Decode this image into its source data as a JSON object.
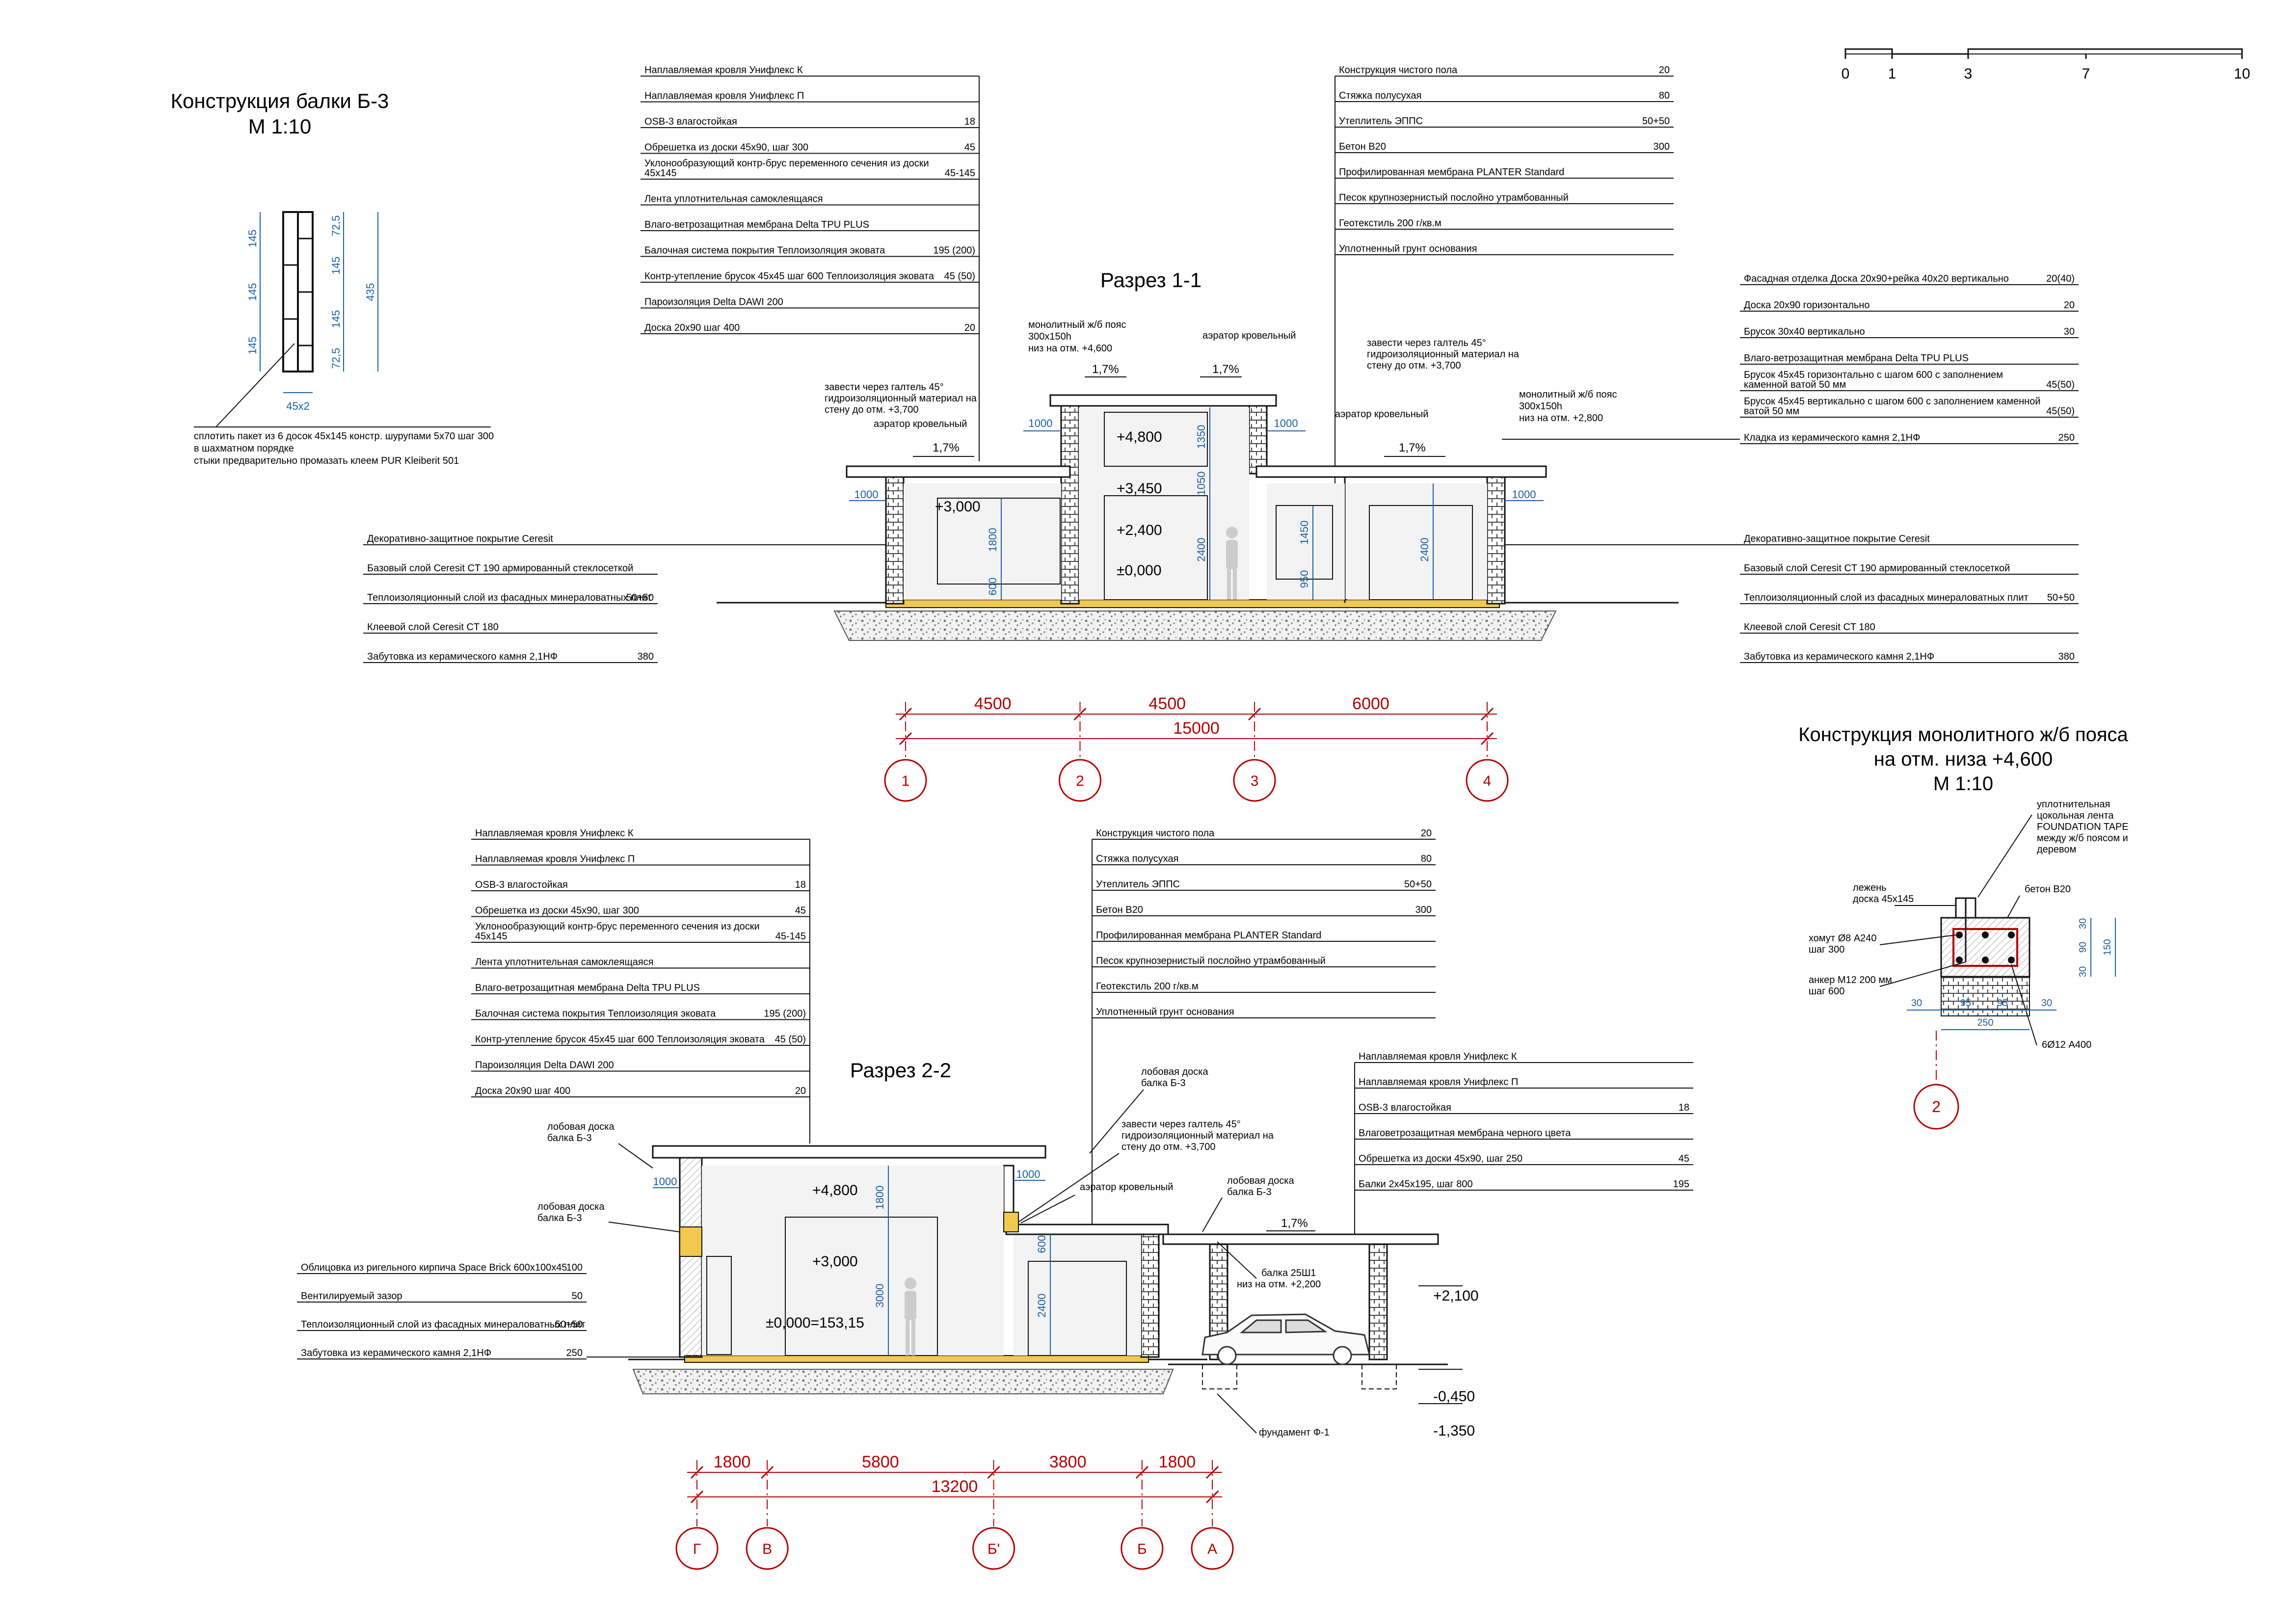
{
  "beam": {
    "title": "Конструкция балки Б-3",
    "scale": "М 1:10",
    "dims_left": [
      "145",
      "145",
      "145"
    ],
    "dims_right": [
      "72,5",
      "145",
      "145",
      "72,5"
    ],
    "total": "435",
    "bottom": "45x2",
    "notes": [
      "сплотить пакет из 6 досок 45х145 констр. шурупами 5х70 шаг 300",
      "в шахматном порядке",
      "стыки предварительно промазать клеем PUR Kleiberit 501"
    ]
  },
  "section1": {
    "title": "Разрез 1-1",
    "roof_layers": [
      {
        "name": "Наплавляемая кровля Унифлекс К",
        "value": ""
      },
      {
        "name": "Наплавляемая кровля Унифлекс П",
        "value": ""
      },
      {
        "name": "OSB-3 влагостойкая",
        "value": "18"
      },
      {
        "name": "Обрешетка из доски 45х90, шаг 300",
        "value": "45"
      },
      {
        "name": "Уклонообразующий контр-брус переменного сечения из доски 45х145",
        "value": "45-145"
      },
      {
        "name": "Лента уплотнительная самоклеящаяся",
        "value": ""
      },
      {
        "name": "Влаго-ветрозащитная мембрана Delta TPU PLUS",
        "value": ""
      },
      {
        "name": "Балочная система покрытия Теплоизоляция эковата",
        "value": "195 (200)"
      },
      {
        "name": "Контр-утепление брусок 45х45 шаг 600 Теплоизоляция эковата",
        "value": "45 (50)"
      },
      {
        "name": "Пароизоляция Delta DAWI 200",
        "value": ""
      },
      {
        "name": "Доска 20х90 шаг 400",
        "value": "20"
      }
    ],
    "floor_layers": [
      {
        "name": "Конструкция чистого пола",
        "value": "20"
      },
      {
        "name": "Стяжка полусухая",
        "value": "80"
      },
      {
        "name": "Утеплитель ЭППС",
        "value": "50+50"
      },
      {
        "name": "Бетон В20",
        "value": "300"
      },
      {
        "name": "Профилированная мембрана PLANTER Standard",
        "value": ""
      },
      {
        "name": "Песок крупнозернистый послойно утрамбованный",
        "value": ""
      },
      {
        "name": "Геотекстиль 200 г/кв.м",
        "value": ""
      },
      {
        "name": "Уплотненный грунт основания",
        "value": ""
      }
    ],
    "facade_layers": [
      {
        "name": "Фасадная отделка Доска 20х90+рейка 40х20 вертикально",
        "value": "20(40)"
      },
      {
        "name": "Доска 20х90 горизонтально",
        "value": "20"
      },
      {
        "name": "Брусок 30х40 вертикально",
        "value": "30"
      },
      {
        "name": "Влаго-ветрозащитная мембрана Delta TPU PLUS",
        "value": ""
      },
      {
        "name": "Брусок 45х45 горизонтально с шагом 600 с заполнением каменной ватой 50 мм",
        "value": "45(50)"
      },
      {
        "name": "Брусок 45х45 вертикально с шагом 600 с заполнением каменной ватой 50 мм",
        "value": "45(50)"
      },
      {
        "name": "Кладка из керамического камня 2,1НФ",
        "value": "250"
      }
    ],
    "plinth_left": [
      {
        "name": "Декоративно-защитное покрытие Ceresit",
        "value": ""
      },
      {
        "name": "Базовый слой Ceresit CT 190 армированный стеклосеткой",
        "value": ""
      },
      {
        "name": "Теплоизоляционный слой из фасадных минераловатных плит",
        "value": "50+50"
      },
      {
        "name": "Клеевой слой Ceresit CT 180",
        "value": ""
      },
      {
        "name": "Забутовка из керамического камня 2,1НФ",
        "value": "380"
      }
    ],
    "plinth_right": [
      {
        "name": "Декоративно-защитное покрытие Ceresit",
        "value": ""
      },
      {
        "name": "Базовый слой Ceresit CT 190 армированный стеклосеткой",
        "value": ""
      },
      {
        "name": "Теплоизоляционный слой из фасадных минераловатных плит",
        "value": "50+50"
      },
      {
        "name": "Клеевой слой Ceresit CT 180",
        "value": ""
      },
      {
        "name": "Забутовка из керамического камня 2,1НФ",
        "value": "380"
      }
    ],
    "notes": {
      "belt": "монолитный ж/б пояс 300х150h низ на отм. +4,600",
      "belt2": "монолитный ж/б пояс 300х150h низ на отм. +2,800",
      "aerator": "аэратор кровельный",
      "gutter_left": "завести через галтель 45° гидроизоляционный материал на стену до отм. +3,700",
      "gutter_right": "завести через галтель 45° гидроизоляционный материал на стену до отм. +3,700"
    },
    "slopes": [
      "1,7%",
      "1,7%",
      "1,7%",
      "1,7%"
    ],
    "levels": [
      "+4,800",
      "+3,450",
      "+3,000",
      "+2,400",
      "±0,000"
    ],
    "heights": [
      "1350",
      "1050",
      "1800",
      "2400",
      "600",
      "1450",
      "950",
      "2400"
    ],
    "overhangs": [
      "1000",
      "1000",
      "1000",
      "1000"
    ],
    "dims": {
      "spans": [
        "4500",
        "4500",
        "6000"
      ],
      "total": "15000"
    },
    "axes": [
      "1",
      "2",
      "3",
      "4"
    ]
  },
  "scalebar": {
    "ticks": [
      "0",
      "1",
      "3",
      "7",
      "10"
    ]
  },
  "belt_detail": {
    "title1": "Конструкция монолитного ж/б пояса",
    "title2": "на отм. низа +4,600",
    "scale": "М 1:10",
    "notes": [
      "уплотнительная цокольная лента FOUNDATION TAPE между ж/б поясом и деревом",
      "лежень доска 45х145",
      "бетон В20",
      "хомут Ø8 А240 шаг 300",
      "анкер М12 200 мм шаг 600",
      "6Ø12 А400"
    ],
    "dims_v": [
      "30",
      "90",
      "30",
      "150"
    ],
    "dims_h": [
      "30",
      "95",
      "95",
      "30",
      "250"
    ],
    "axis": "2"
  },
  "section2": {
    "title": "Разрез 2-2",
    "roof_layers": [
      {
        "name": "Наплавляемая кровля Унифлекс К",
        "value": ""
      },
      {
        "name": "Наплавляемая кровля Унифлекс П",
        "value": ""
      },
      {
        "name": "OSB-3 влагостойкая",
        "value": "18"
      },
      {
        "name": "Обрешетка из доски 45х90, шаг 300",
        "value": "45"
      },
      {
        "name": "Уклонообразующий контр-брус переменного сечения из доски 45х145",
        "value": "45-145"
      },
      {
        "name": "Лента уплотнительная самоклеящаяся",
        "value": ""
      },
      {
        "name": "Влаго-ветрозащитная мембрана Delta TPU PLUS",
        "value": ""
      },
      {
        "name": "Балочная система покрытия Теплоизоляция эковата",
        "value": "195 (200)"
      },
      {
        "name": "Контр-утепление брусок 45х45 шаг 600 Теплоизоляция эковата",
        "value": "45 (50)"
      },
      {
        "name": "Пароизоляция Delta DAWI 200",
        "value": ""
      },
      {
        "name": "Доска 20х90 шаг 400",
        "value": "20"
      }
    ],
    "floor_layers": [
      {
        "name": "Конструкция чистого пола",
        "value": "20"
      },
      {
        "name": "Стяжка полусухая",
        "value": "80"
      },
      {
        "name": "Утеплитель ЭППС",
        "value": "50+50"
      },
      {
        "name": "Бетон В20",
        "value": "300"
      },
      {
        "name": "Профилированная мембрана PLANTER Standard",
        "value": ""
      },
      {
        "name": "Песок крупнозернистый послойно утрамбованный",
        "value": ""
      },
      {
        "name": "Геотекстиль 200 г/кв.м",
        "value": ""
      },
      {
        "name": "Уплотненный грунт основания",
        "value": ""
      }
    ],
    "canopy_layers": [
      {
        "name": "Наплавляемая кровля Унифлекс К",
        "value": ""
      },
      {
        "name": "Наплавляемая кровля Унифлекс П",
        "value": ""
      },
      {
        "name": "OSB-3 влагостойкая",
        "value": "18"
      },
      {
        "name": "Влаговетрозащитная мембрана черного цвета",
        "value": ""
      },
      {
        "name": "Обрешетка из доски 45х90, шаг 250",
        "value": "45"
      },
      {
        "name": "Балки 2х45х195, шаг 800",
        "value": "195"
      }
    ],
    "wall_layers": [
      {
        "name": "Облицовка из ригельного кирпича Space Brick 600х100х45",
        "value": "100"
      },
      {
        "name": "Вентилируемый зазор",
        "value": "50"
      },
      {
        "name": "Теплоизоляционный слой из фасадных минераловатных плит",
        "value": "50+50"
      },
      {
        "name": "Забутовка из керамического камня 2,1НФ",
        "value": "250"
      }
    ],
    "notes": {
      "board1": "лобовая доска балка Б-3",
      "board2": "лобовая доска балка Б-3",
      "board3": "лобовая доска балка Б-3",
      "board4": "лобовая доска балка Б-3",
      "aerator": "аэратор кровельный",
      "gutter": "завести через галтель 45° гидроизоляционный материал на стену до отм. +3,700",
      "beam": "балка 25Ш1 низ на отм. +2,200",
      "foundation": "фундамент Ф-1"
    },
    "slope": "1,7%",
    "levels": [
      "+4,800",
      "+3,000",
      "±0,000=153,15"
    ],
    "levels_right": [
      "+2,100",
      "-0,450",
      "-1,350"
    ],
    "heights": [
      "1800",
      "3000",
      "600",
      "2400"
    ],
    "overhangs": [
      "1000",
      "1000"
    ],
    "dims": {
      "spans": [
        "1800",
        "5800",
        "3800",
        "1800"
      ],
      "total": "13200"
    },
    "axes": [
      "Г",
      "В",
      "Б'",
      "Б",
      "А"
    ]
  }
}
